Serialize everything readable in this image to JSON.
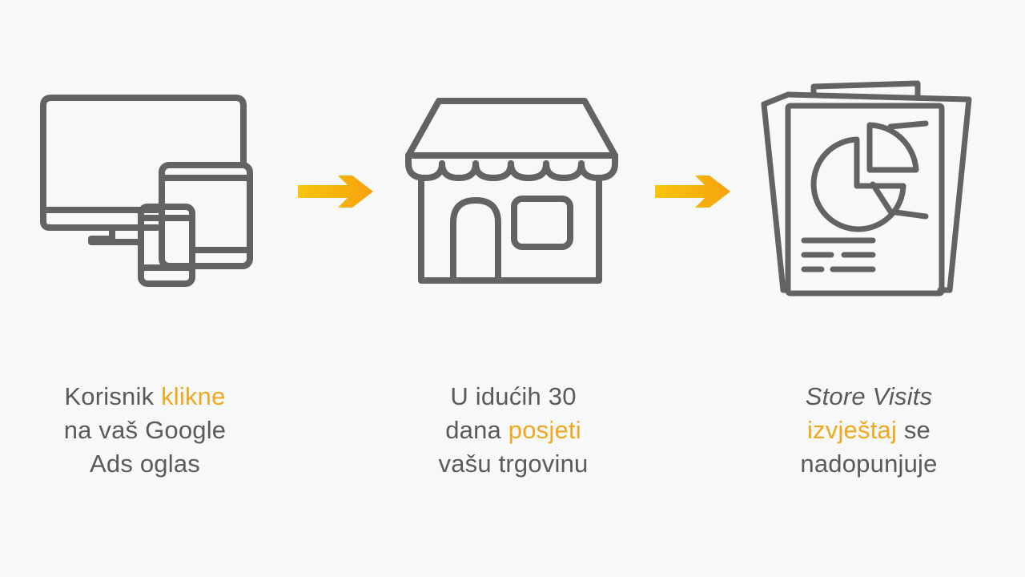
{
  "colors": {
    "background": "#f7f8fa",
    "icon_stroke": "#636363",
    "text": "#5a5a5a",
    "highlight": "#f2a81d",
    "arrow_start": "#f9c50c",
    "arrow_end": "#f5a20e"
  },
  "steps": [
    {
      "icon": "devices-icon",
      "lines": [
        {
          "before": "Korisnik ",
          "highlight": "klikne",
          "after": ""
        },
        {
          "before": "na vaš Google",
          "highlight": "",
          "after": ""
        },
        {
          "before": "Ads oglas",
          "highlight": "",
          "after": ""
        }
      ]
    },
    {
      "icon": "store-icon",
      "lines": [
        {
          "before": "U idućih 30",
          "highlight": "",
          "after": ""
        },
        {
          "before": "dana ",
          "highlight": "posjeti",
          "after": ""
        },
        {
          "before": "vašu trgovinu",
          "highlight": "",
          "after": ""
        }
      ]
    },
    {
      "icon": "report-icon",
      "lines": [
        {
          "italic": "Store Visits",
          "before": "",
          "highlight": "",
          "after": ""
        },
        {
          "before": "",
          "highlight": "izvještaj",
          "after": " se"
        },
        {
          "before": "nadopunjuje",
          "highlight": "",
          "after": ""
        }
      ]
    }
  ],
  "arrows": [
    "arrow-right-icon",
    "arrow-right-icon"
  ]
}
